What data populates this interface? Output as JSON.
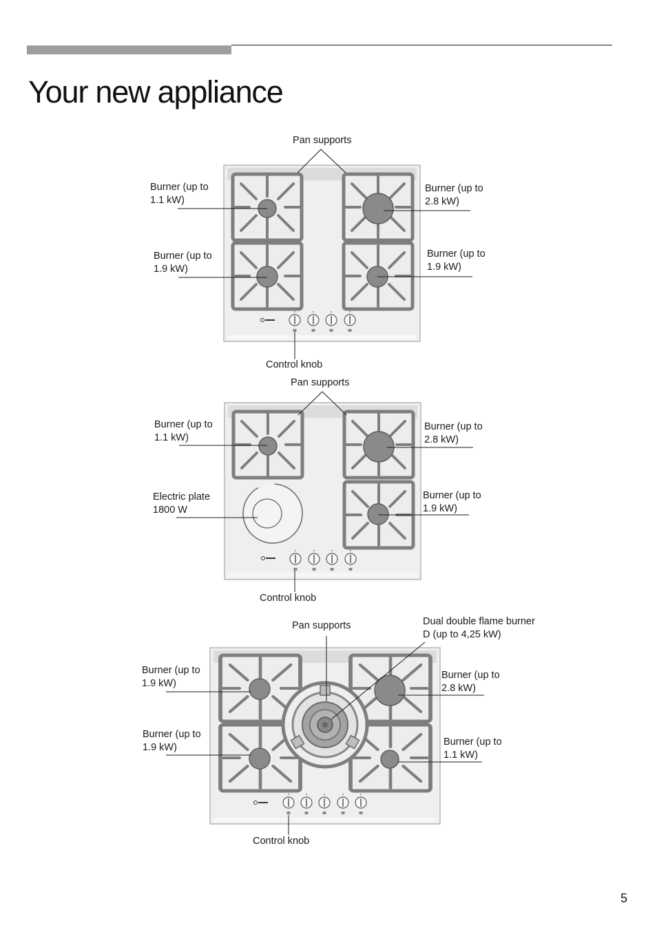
{
  "header": {
    "title": "Your new appliance"
  },
  "diagrams": [
    {
      "labels": {
        "pan_supports": "Pan supports",
        "burner_tl": [
          "Burner (up to",
          "1.1 kW)"
        ],
        "burner_bl": [
          "Burner (up to",
          "1.9 kW)"
        ],
        "burner_tr": [
          "Burner (up to",
          "2.8 kW)"
        ],
        "burner_br": [
          "Burner (up to",
          "1.9 kW)"
        ],
        "control_knob": "Control knob"
      }
    },
    {
      "labels": {
        "pan_supports": "Pan supports",
        "burner_tl": [
          "Burner (up to",
          "1.1 kW)"
        ],
        "electric_plate": [
          "Electric plate",
          "1800 W"
        ],
        "burner_tr": [
          "Burner (up to",
          "2.8 kW)"
        ],
        "burner_br": [
          "Burner (up to",
          "1.9 kW)"
        ],
        "control_knob": "Control knob"
      }
    },
    {
      "labels": {
        "pan_supports": "Pan supports",
        "dual_burner": [
          "Dual double flame burner",
          "D (up to 4,25 kW)"
        ],
        "burner_tl": [
          "Burner (up to",
          "1.9 kW)"
        ],
        "burner_bl": [
          "Burner (up to",
          "1.9 kW)"
        ],
        "burner_tr": [
          "Burner (up to",
          "2.8 kW)"
        ],
        "burner_br": [
          "Burner (up to",
          "1.1 kW)"
        ],
        "control_knob": "Control knob"
      }
    }
  ],
  "footer": {
    "page_number": "5"
  },
  "colors": {
    "grate": "#7c7c7c",
    "grate_fill": "#ececec",
    "cooktop": "#efefef",
    "burner": "#8a8a8a",
    "line": "#1a1a1a"
  }
}
